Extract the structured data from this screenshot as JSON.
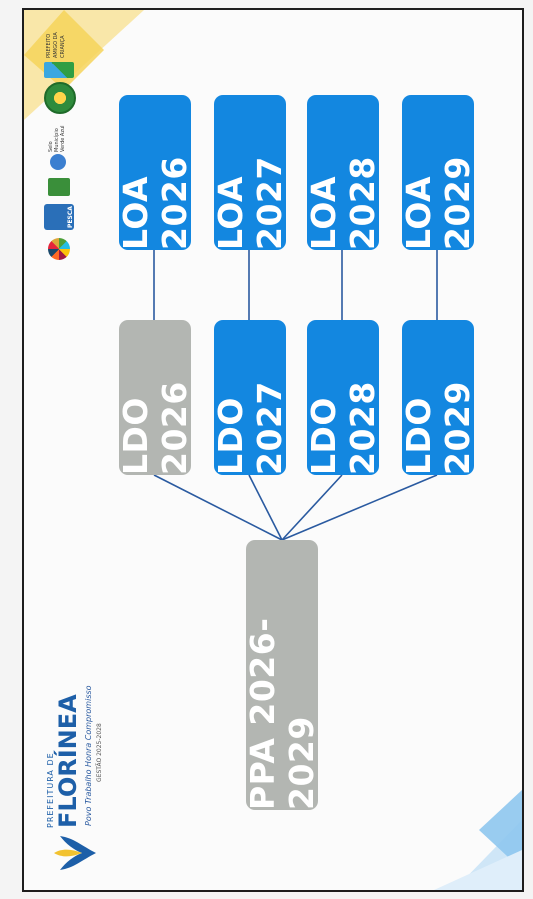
{
  "diagram": {
    "root": {
      "label": "PPA 2026-2029"
    },
    "ldo": [
      {
        "label": "LDO 2026",
        "status": "gray"
      },
      {
        "label": "LDO 2027",
        "status": "blue"
      },
      {
        "label": "LDO 2028",
        "status": "blue"
      },
      {
        "label": "LDO 2029",
        "status": "blue"
      }
    ],
    "loa": [
      {
        "label": "LOA 2026"
      },
      {
        "label": "LOA 2027"
      },
      {
        "label": "LOA 2028"
      },
      {
        "label": "LOA 2029"
      }
    ]
  },
  "branding": {
    "prefeitura_small": "PREFEITURA DE",
    "city_name": "FLORÍNEA",
    "slogan": "Povo Trabalho Honra Compromisso",
    "term": "GESTÃO 2025-2028",
    "partner_text_1": "Selo Município Verde Azul",
    "partner_text_2": "PREFEITO AMIGO DA CRIANÇA",
    "partner_text_3": "PESCA"
  },
  "colors": {
    "blue": "#1387e0",
    "gray": "#b3b6b2",
    "line": "#2a5aa0",
    "yellow_accent": "#f6d35a",
    "light_blue_accent": "#8ec7ee"
  }
}
